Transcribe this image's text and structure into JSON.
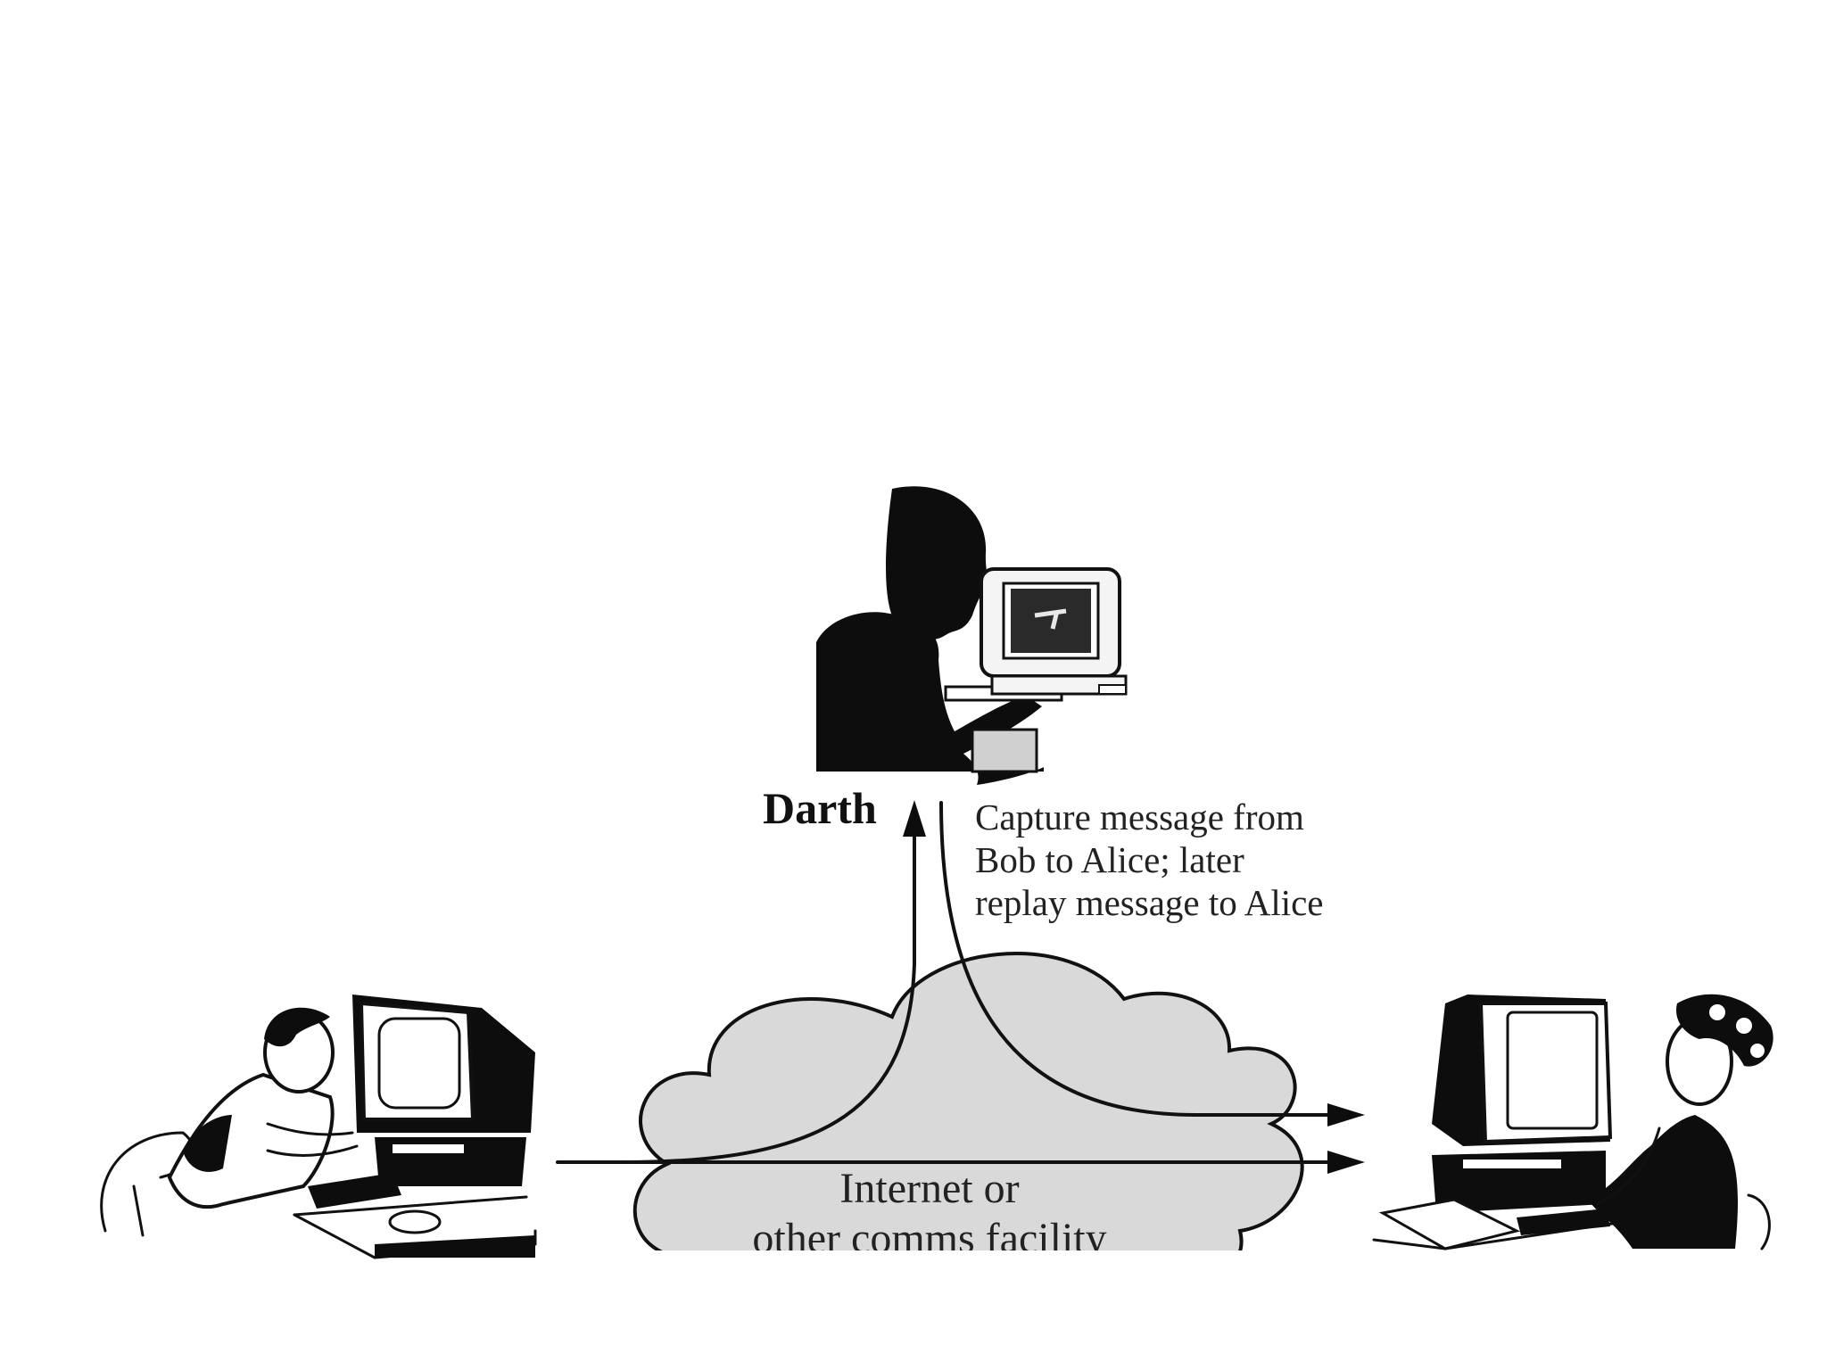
{
  "figure": {
    "attacker_label": "Darth",
    "attack_note_lines": [
      "Capture message from",
      "Bob to Alice; later",
      "replay message to Alice"
    ],
    "network_label_lines": [
      "Internet or",
      "other comms facility"
    ]
  },
  "colors": {
    "ink": "#111111",
    "cloud_fill": "#d9d9d9",
    "background": "#ffffff"
  },
  "icons": {
    "attacker": "darth-silhouette-at-computer-icon",
    "sender": "bob-at-computer-icon",
    "receiver": "alice-at-computer-icon",
    "network": "cloud-icon"
  }
}
